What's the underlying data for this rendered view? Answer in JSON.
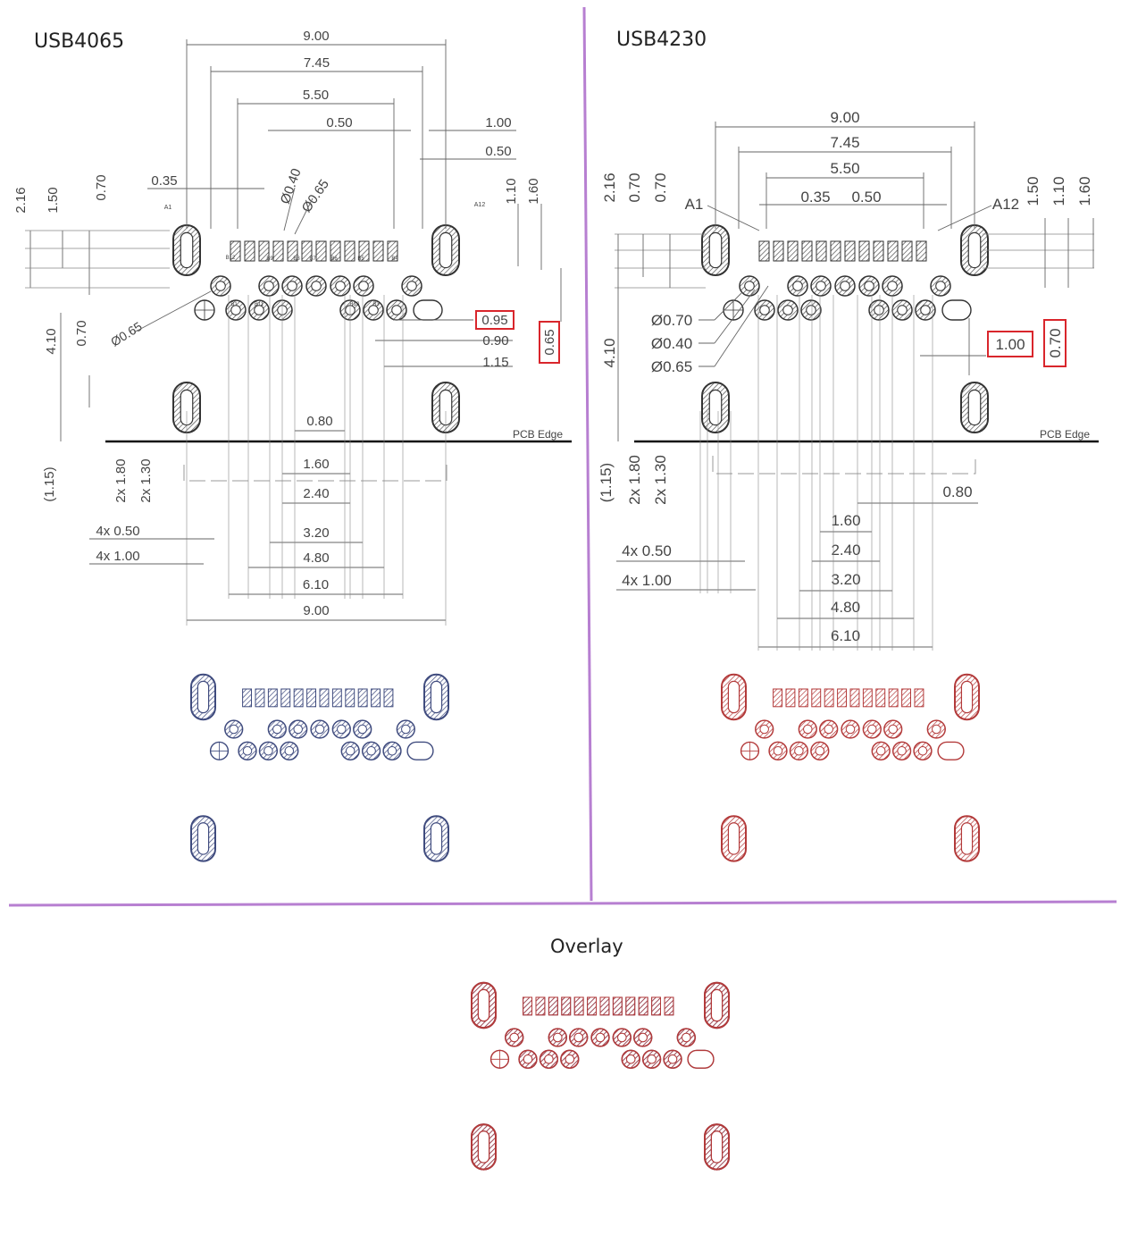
{
  "titles": {
    "left": "USB4065",
    "right": "USB4230",
    "overlay": "Overlay"
  },
  "colors": {
    "divider": "#b77fd1",
    "drawing": "#555555",
    "usb4065_fill": "#3f4b7e",
    "usb4230_fill": "#b33a3a",
    "highlight_box": "#d9262c",
    "pcb_edge": "#111111"
  },
  "usb4065": {
    "dims_top": [
      "9.00",
      "7.45",
      "5.50",
      "0.50",
      "1.00",
      "0.50",
      "0.35",
      "Ø0.40",
      "Ø0.65"
    ],
    "dims_left": [
      "2.16",
      "1.50",
      "0.70",
      "4.10",
      "0.70",
      "(1.15)",
      "2x 1.80",
      "2x 1.30"
    ],
    "dims_right": [
      "1.10",
      "1.60",
      "0.90",
      "1.15"
    ],
    "highlighted": [
      "0.95",
      "0.65"
    ],
    "dims_bottom": [
      "0.80",
      "1.60",
      "2.40",
      "3.20",
      "4.80",
      "6.10",
      "9.00"
    ],
    "dims_bottom_left": [
      "4x 0.50",
      "4x 1.00"
    ],
    "hole_diameter": "Ø0.65",
    "pin_labels": [
      "A1",
      "A12",
      "B12",
      "B9",
      "B8",
      "B7",
      "B6",
      "B5",
      "B4",
      "B1",
      "B11",
      "B10",
      "B3",
      "B2"
    ],
    "pcb_edge_label": "PCB Edge"
  },
  "usb4230": {
    "dims_top": [
      "9.00",
      "7.45",
      "5.50",
      "0.35",
      "0.50"
    ],
    "dims_left": [
      "2.16",
      "0.70",
      "0.70",
      "4.10",
      "(1.15)",
      "2x 1.80",
      "2x 1.30"
    ],
    "dims_right": [
      "1.50",
      "1.10",
      "1.60",
      "0.80"
    ],
    "pin_labels": [
      "A1",
      "A12"
    ],
    "callouts": [
      "Ø0.70",
      "Ø0.40",
      "Ø0.65"
    ],
    "highlighted": [
      "1.00",
      "0.70"
    ],
    "dims_bottom": [
      "1.60",
      "2.40",
      "3.20",
      "4.80",
      "6.10"
    ],
    "dims_bottom_left": [
      "4x 0.50",
      "4x 1.00"
    ],
    "pcb_edge_label": "PCB Edge"
  }
}
